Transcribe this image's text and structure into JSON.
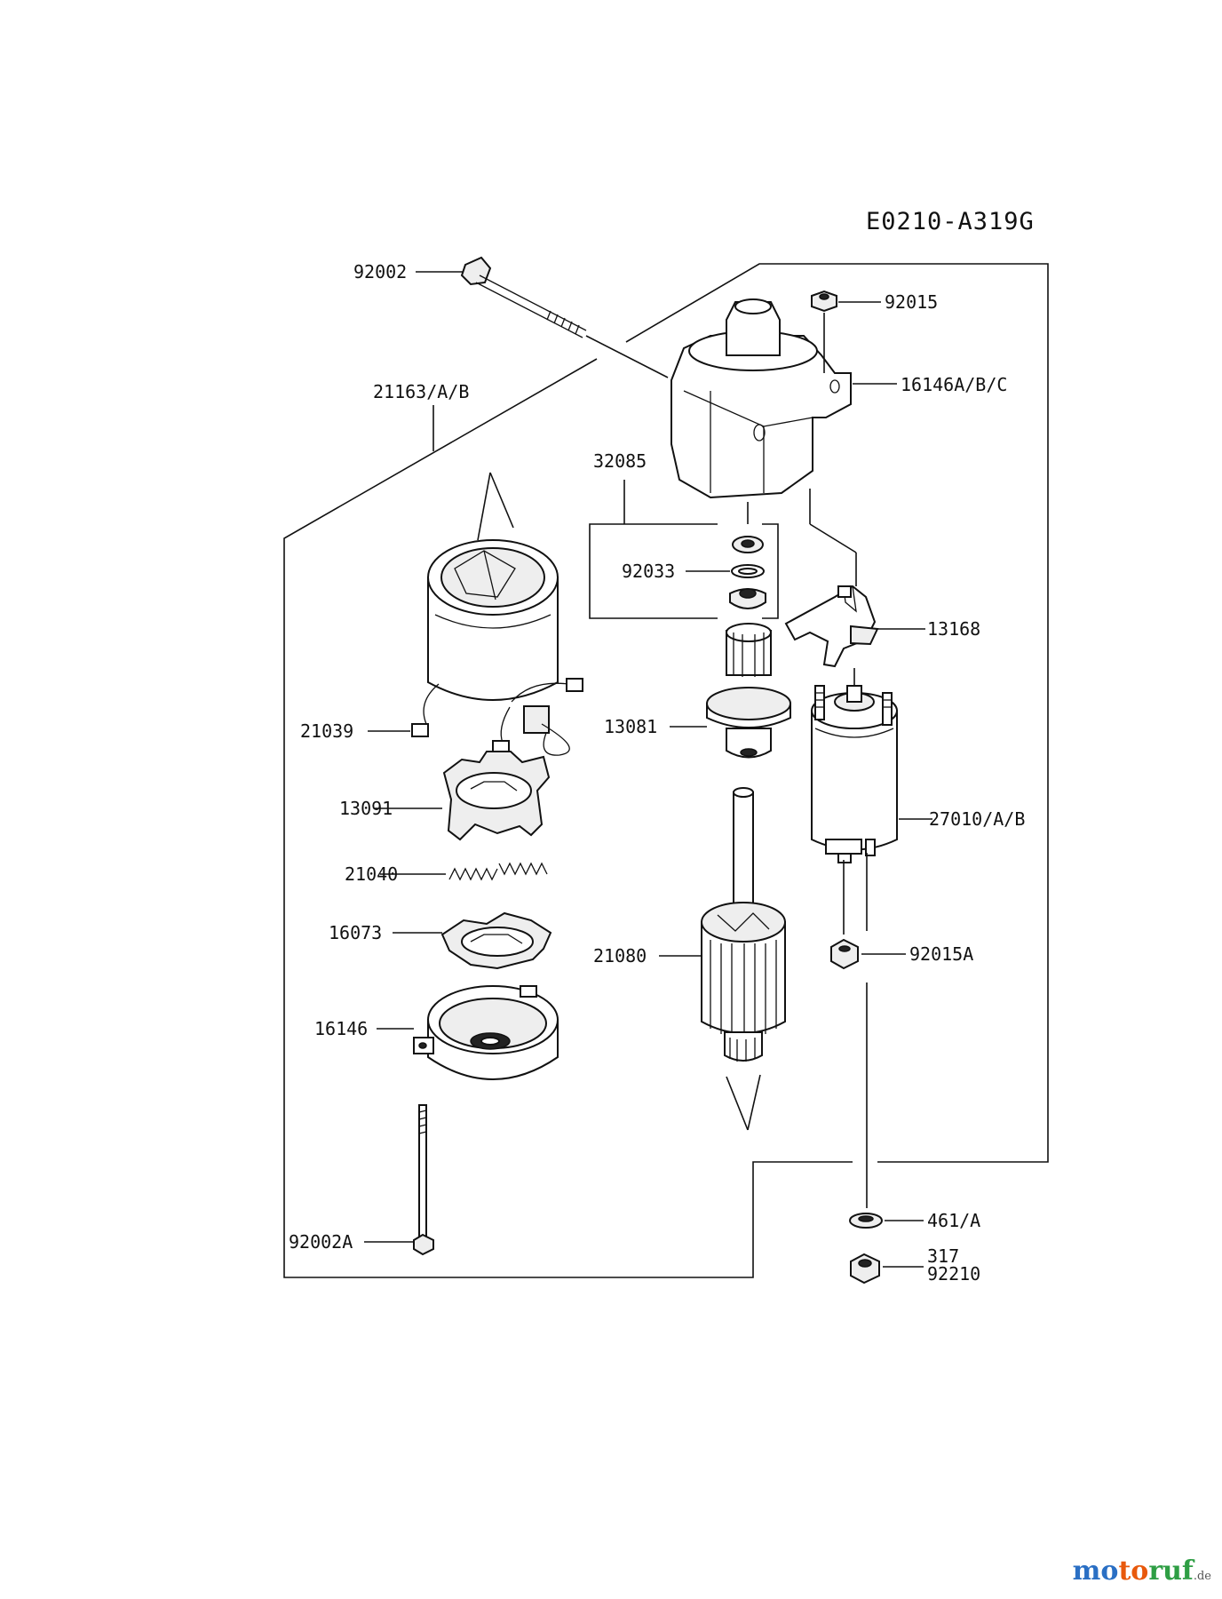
{
  "diagram_code": "E0210-A319G",
  "parts": {
    "p92002": "92002",
    "p92015": "92015",
    "p16146abc": "16146A/B/C",
    "p21163ab": "21163/A/B",
    "p32085": "32085",
    "p92033": "92033",
    "p13168": "13168",
    "p13081": "13081",
    "p21039": "21039",
    "p13091": "13091",
    "p27010ab": "27010/A/B",
    "p21040": "21040",
    "p16073": "16073",
    "p92015a": "92015A",
    "p21080": "21080",
    "p16146": "16146",
    "p461a": "461/A",
    "p317": "317",
    "p92210": "92210",
    "p92002a": "92002A"
  },
  "watermark": {
    "part1": "mo",
    "part2": "to",
    "part3": "ruf",
    "suffix": ".de"
  }
}
